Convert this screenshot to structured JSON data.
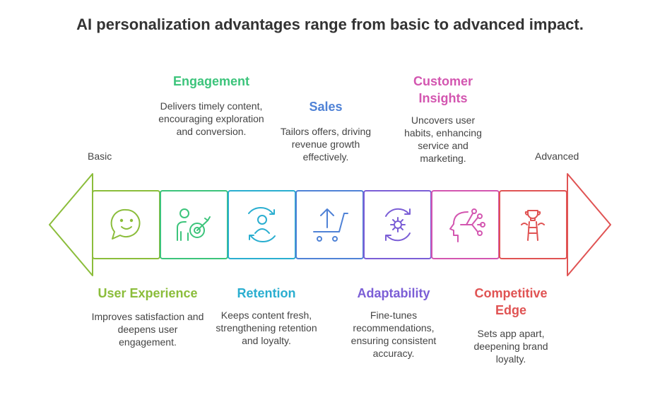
{
  "title": "AI personalization advantages range from basic to advanced impact.",
  "ends": {
    "left": "Basic",
    "right": "Advanced"
  },
  "colors": {
    "user_experience": "#8bbd3b",
    "engagement": "#3cc47b",
    "retention": "#2aaed0",
    "sales": "#4f82d6",
    "adaptability": "#7b5ed6",
    "customer_insights": "#d356b0",
    "competitive_edge": "#e05353"
  },
  "stages": [
    {
      "icon": "chat-smile-icon",
      "color": "#8bbd3b",
      "title": "User Experience",
      "desc": "Improves satisfaction and deepens user engagement."
    },
    {
      "icon": "person-target-icon",
      "color": "#3cc47b",
      "title": "Engagement",
      "desc": "Delivers timely content, encouraging exploration and conversion."
    },
    {
      "icon": "user-refresh-icon",
      "color": "#2aaed0",
      "title": "Retention",
      "desc": "Keeps content fresh, strengthening retention and loyalty."
    },
    {
      "icon": "cart-upload-icon",
      "color": "#4f82d6",
      "title": "Sales",
      "desc": "Tailors offers, driving revenue growth effectively."
    },
    {
      "icon": "gear-cycle-icon",
      "color": "#7b5ed6",
      "title": "Adaptability",
      "desc": "Fine-tunes recommendations, ensuring consistent accuracy."
    },
    {
      "icon": "head-network-icon",
      "color": "#d356b0",
      "title": "Customer Insights",
      "desc": "Uncovers user habits, enhancing service and marketing."
    },
    {
      "icon": "trophy-ladder-icon",
      "color": "#e05353",
      "title": "Competitive Edge",
      "desc": "Sets app apart, deepening brand loyalty."
    }
  ]
}
